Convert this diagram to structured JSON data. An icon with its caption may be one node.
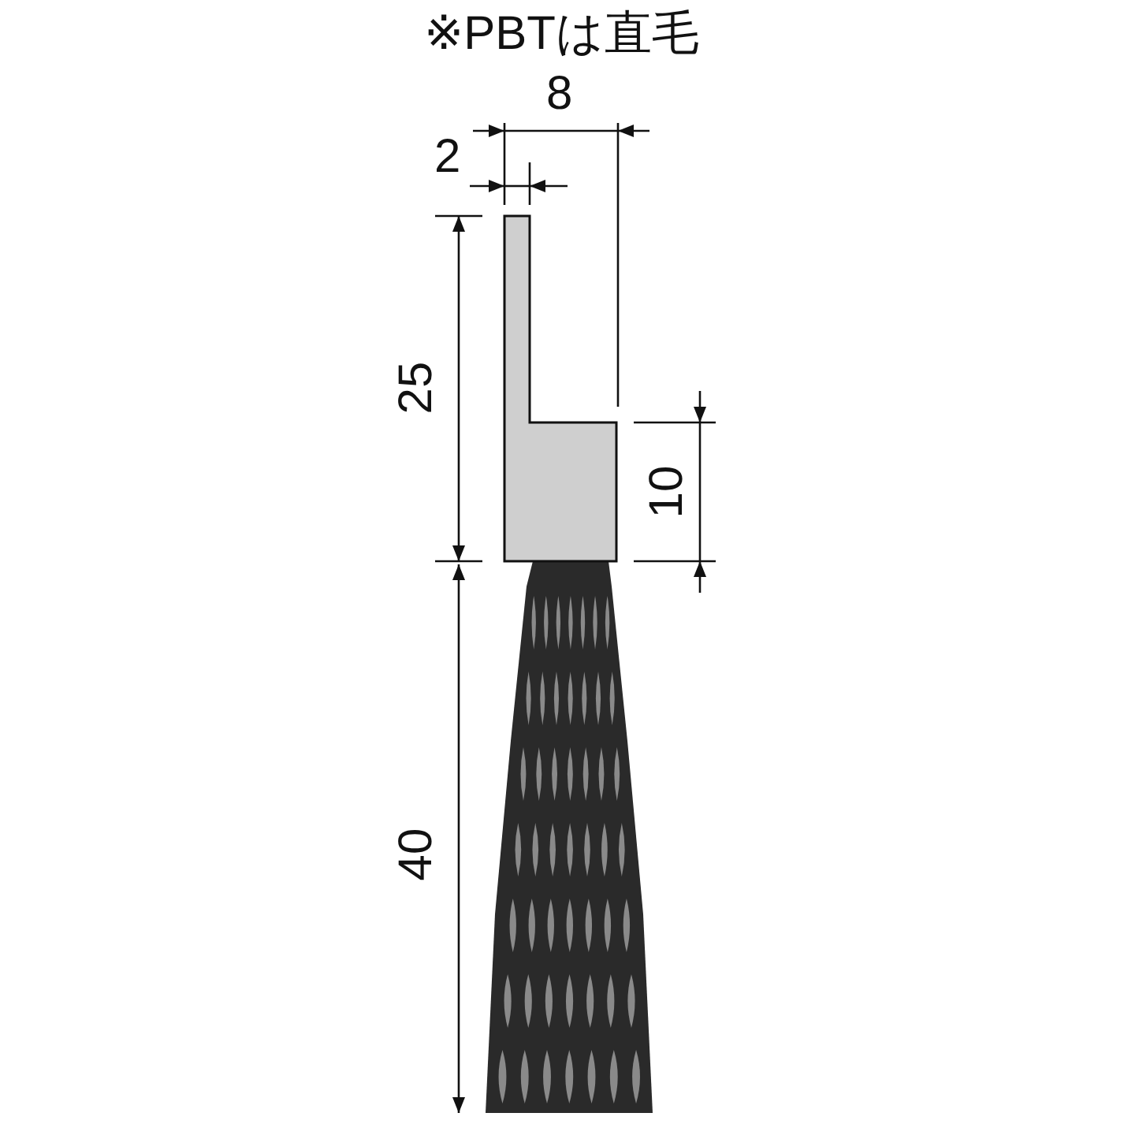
{
  "diagram": {
    "labels": [
      "※PBTは直毛",
      "8",
      "2",
      "25",
      "10",
      "40"
    ]
  }
}
